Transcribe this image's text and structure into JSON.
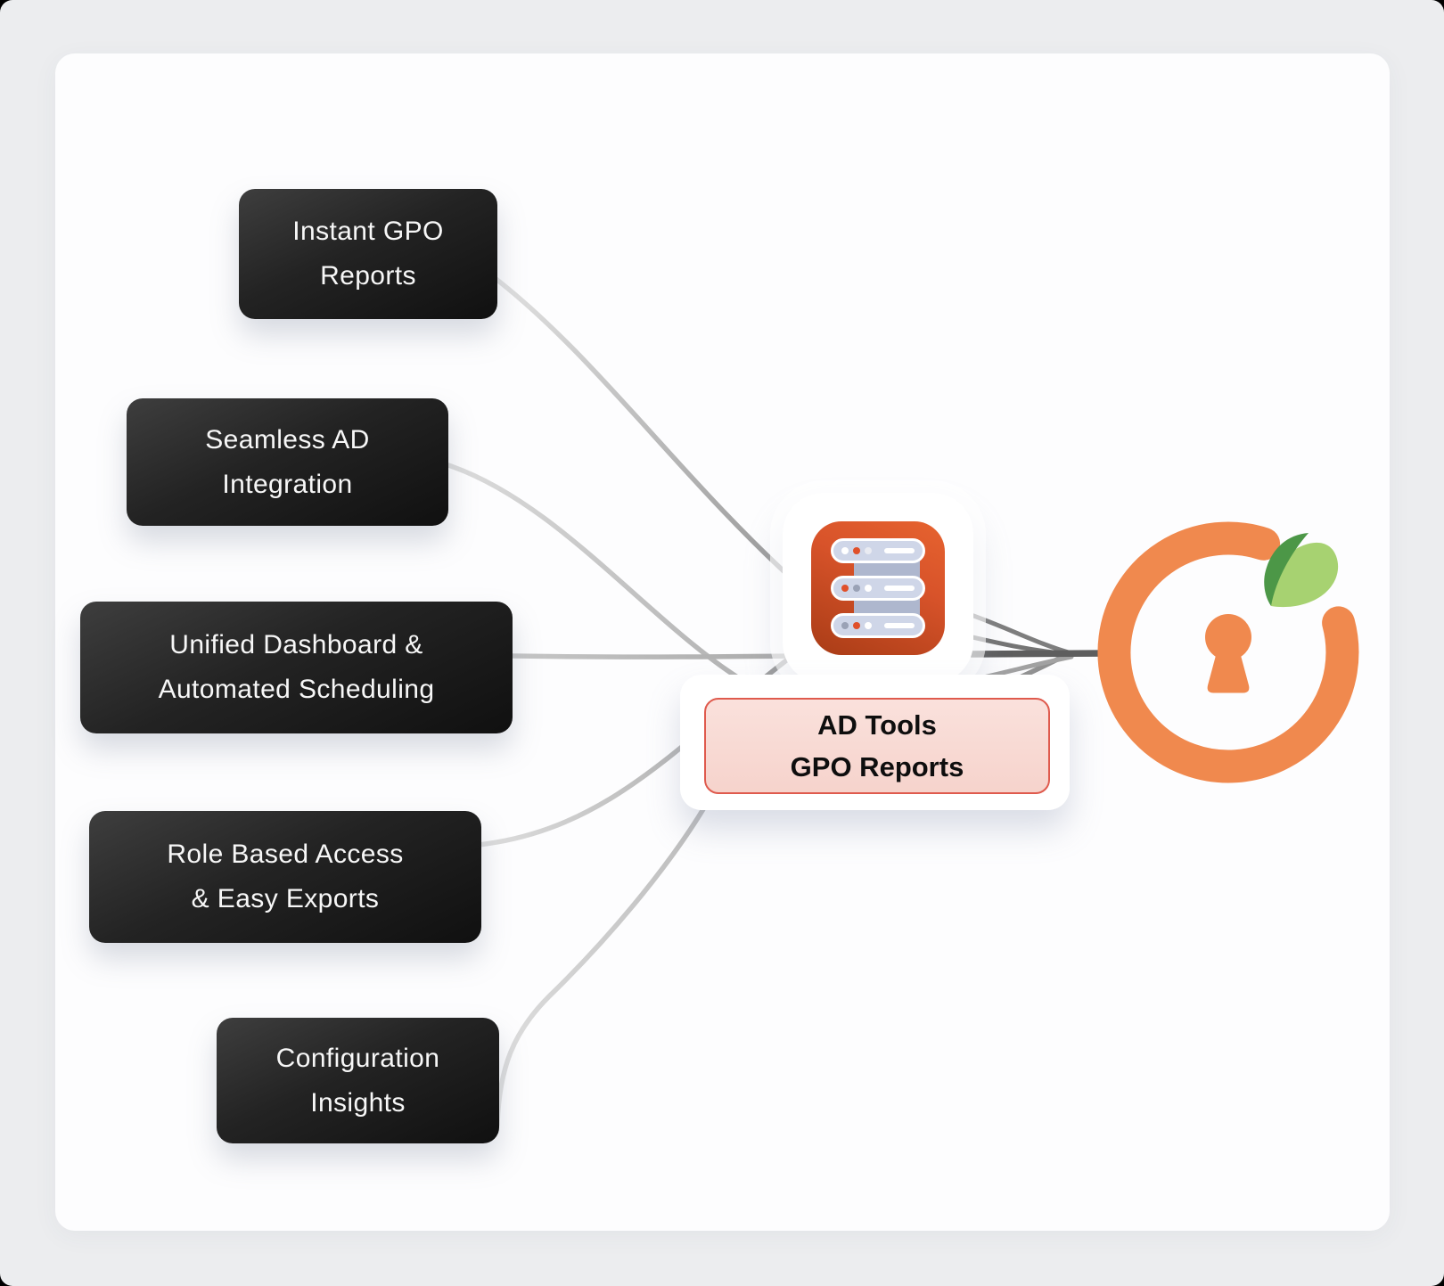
{
  "diagram": {
    "features": [
      {
        "line1": "Instant GPO",
        "line2": "Reports"
      },
      {
        "line1": "Seamless AD",
        "line2": "Integration"
      },
      {
        "line1": "Unified Dashboard &",
        "line2": "Automated Scheduling"
      },
      {
        "line1": "Role Based Access",
        "line2": "& Easy Exports"
      },
      {
        "line1": "Configuration",
        "line2": "Insights"
      }
    ],
    "center_label": {
      "line1": "AD Tools",
      "line2": "GPO Reports"
    },
    "icons": {
      "center": "server-stack-icon",
      "logo": "orange-keyhole-leaf-logo"
    },
    "colors": {
      "page_background": "#ECEDEF",
      "board_background": "#FDFDFE",
      "feature_box": "#1E1E1E",
      "feature_text": "#F7F7F7",
      "app_icon_orange_light": "#E6632F",
      "app_icon_orange_dark": "#A93C16",
      "server_bar": "#CFD6E8",
      "server_led_orange": "#E0502A",
      "server_led_gray": "#9AA2B6",
      "label_fill": "#F6D3CC",
      "label_border": "#DF5A4D",
      "label_text": "#0E0E0E",
      "logo_orange": "#F0894E",
      "leaf_dark_green": "#4C9747",
      "leaf_light_green": "#A7D271",
      "connector_gray": "#ADADAD",
      "connector_dark": "#5E5E5E"
    }
  }
}
